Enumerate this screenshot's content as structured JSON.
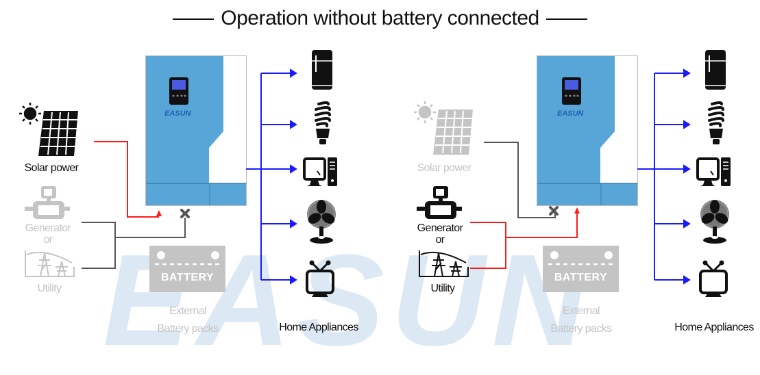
{
  "title": "Operation without battery connected",
  "watermark": "EASUN",
  "colors": {
    "active_line": "#ff1a1a",
    "inactive_line": "#555555",
    "output_line": "#1a1aff",
    "inverter_blue": "#58a6d8",
    "dimmed": "#c4c4c4",
    "watermark": "#dce8f4"
  },
  "panels": [
    {
      "solar_label": "Solar power",
      "solar_active": true,
      "generator_label": "Generator",
      "or_label": "or",
      "utility_label": "Utility",
      "grid_active": false,
      "inverter_logo": "EASUN",
      "battery_label": "BATTERY",
      "battery_caption_line1": "External",
      "battery_caption_line2": "Battery packs",
      "appliances_label": "Home Appliances",
      "appliances": [
        "refrigerator",
        "light-bulb",
        "computer",
        "fan",
        "television"
      ]
    },
    {
      "solar_label": "Solar power",
      "solar_active": false,
      "generator_label": "Generator",
      "or_label": "or",
      "utility_label": "Utility",
      "grid_active": true,
      "inverter_logo": "EASUN",
      "battery_label": "BATTERY",
      "battery_caption_line1": "External",
      "battery_caption_line2": "Battery packs",
      "appliances_label": "Home Appliances",
      "appliances": [
        "refrigerator",
        "light-bulb",
        "computer",
        "fan",
        "television"
      ]
    }
  ]
}
